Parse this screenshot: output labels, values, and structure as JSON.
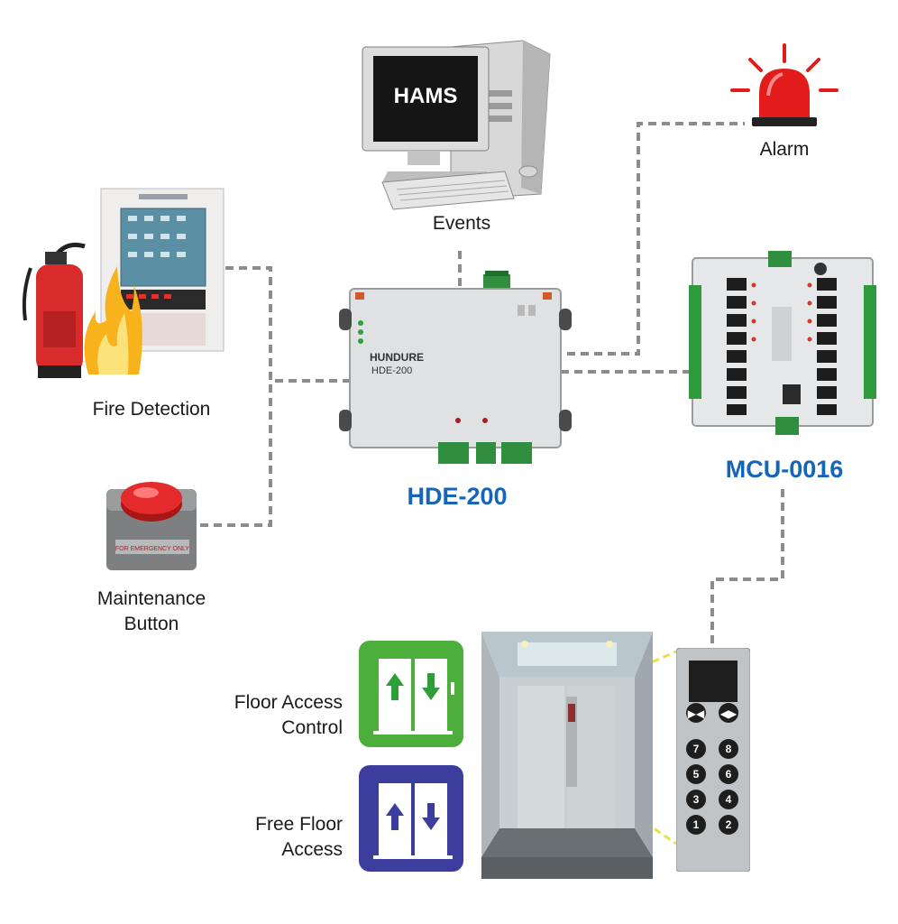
{
  "screen_text": "HAMS",
  "labels": {
    "events": "Events",
    "alarm": "Alarm",
    "fire_detection": "Fire Detection",
    "maintenance_button_line1": "Maintenance",
    "maintenance_button_line2": "Button",
    "hde_200": "HDE-200",
    "mcu_0016": "MCU-0016",
    "floor_access_line1": "Floor Access",
    "floor_access_line2": "Control",
    "free_floor_line1": "Free Floor",
    "free_floor_line2": "Access"
  },
  "controller_brand": "HUNDURE",
  "controller_model": "HDE-200",
  "emergency_text": "FOR EMERGENCY ONLY",
  "keypad_keys": [
    "7",
    "8",
    "5",
    "6",
    "3",
    "4",
    "1",
    "2"
  ],
  "colors": {
    "accent_blue": "#1565b8",
    "floor_access_green": "#4caf3c",
    "free_floor_purple": "#3d3d9e",
    "alarm_red": "#e21b1b",
    "wire_gray": "#8c8c8c",
    "link_yellow": "#e6e04a"
  },
  "icons": [
    "computer-icon",
    "alarm-light-icon",
    "fire-panel-icon",
    "fire-extinguisher-icon",
    "emergency-button-icon",
    "controller-board-icon",
    "relay-module-icon",
    "elevator-door-icon",
    "elevator-car-icon",
    "elevator-keypad-icon"
  ]
}
